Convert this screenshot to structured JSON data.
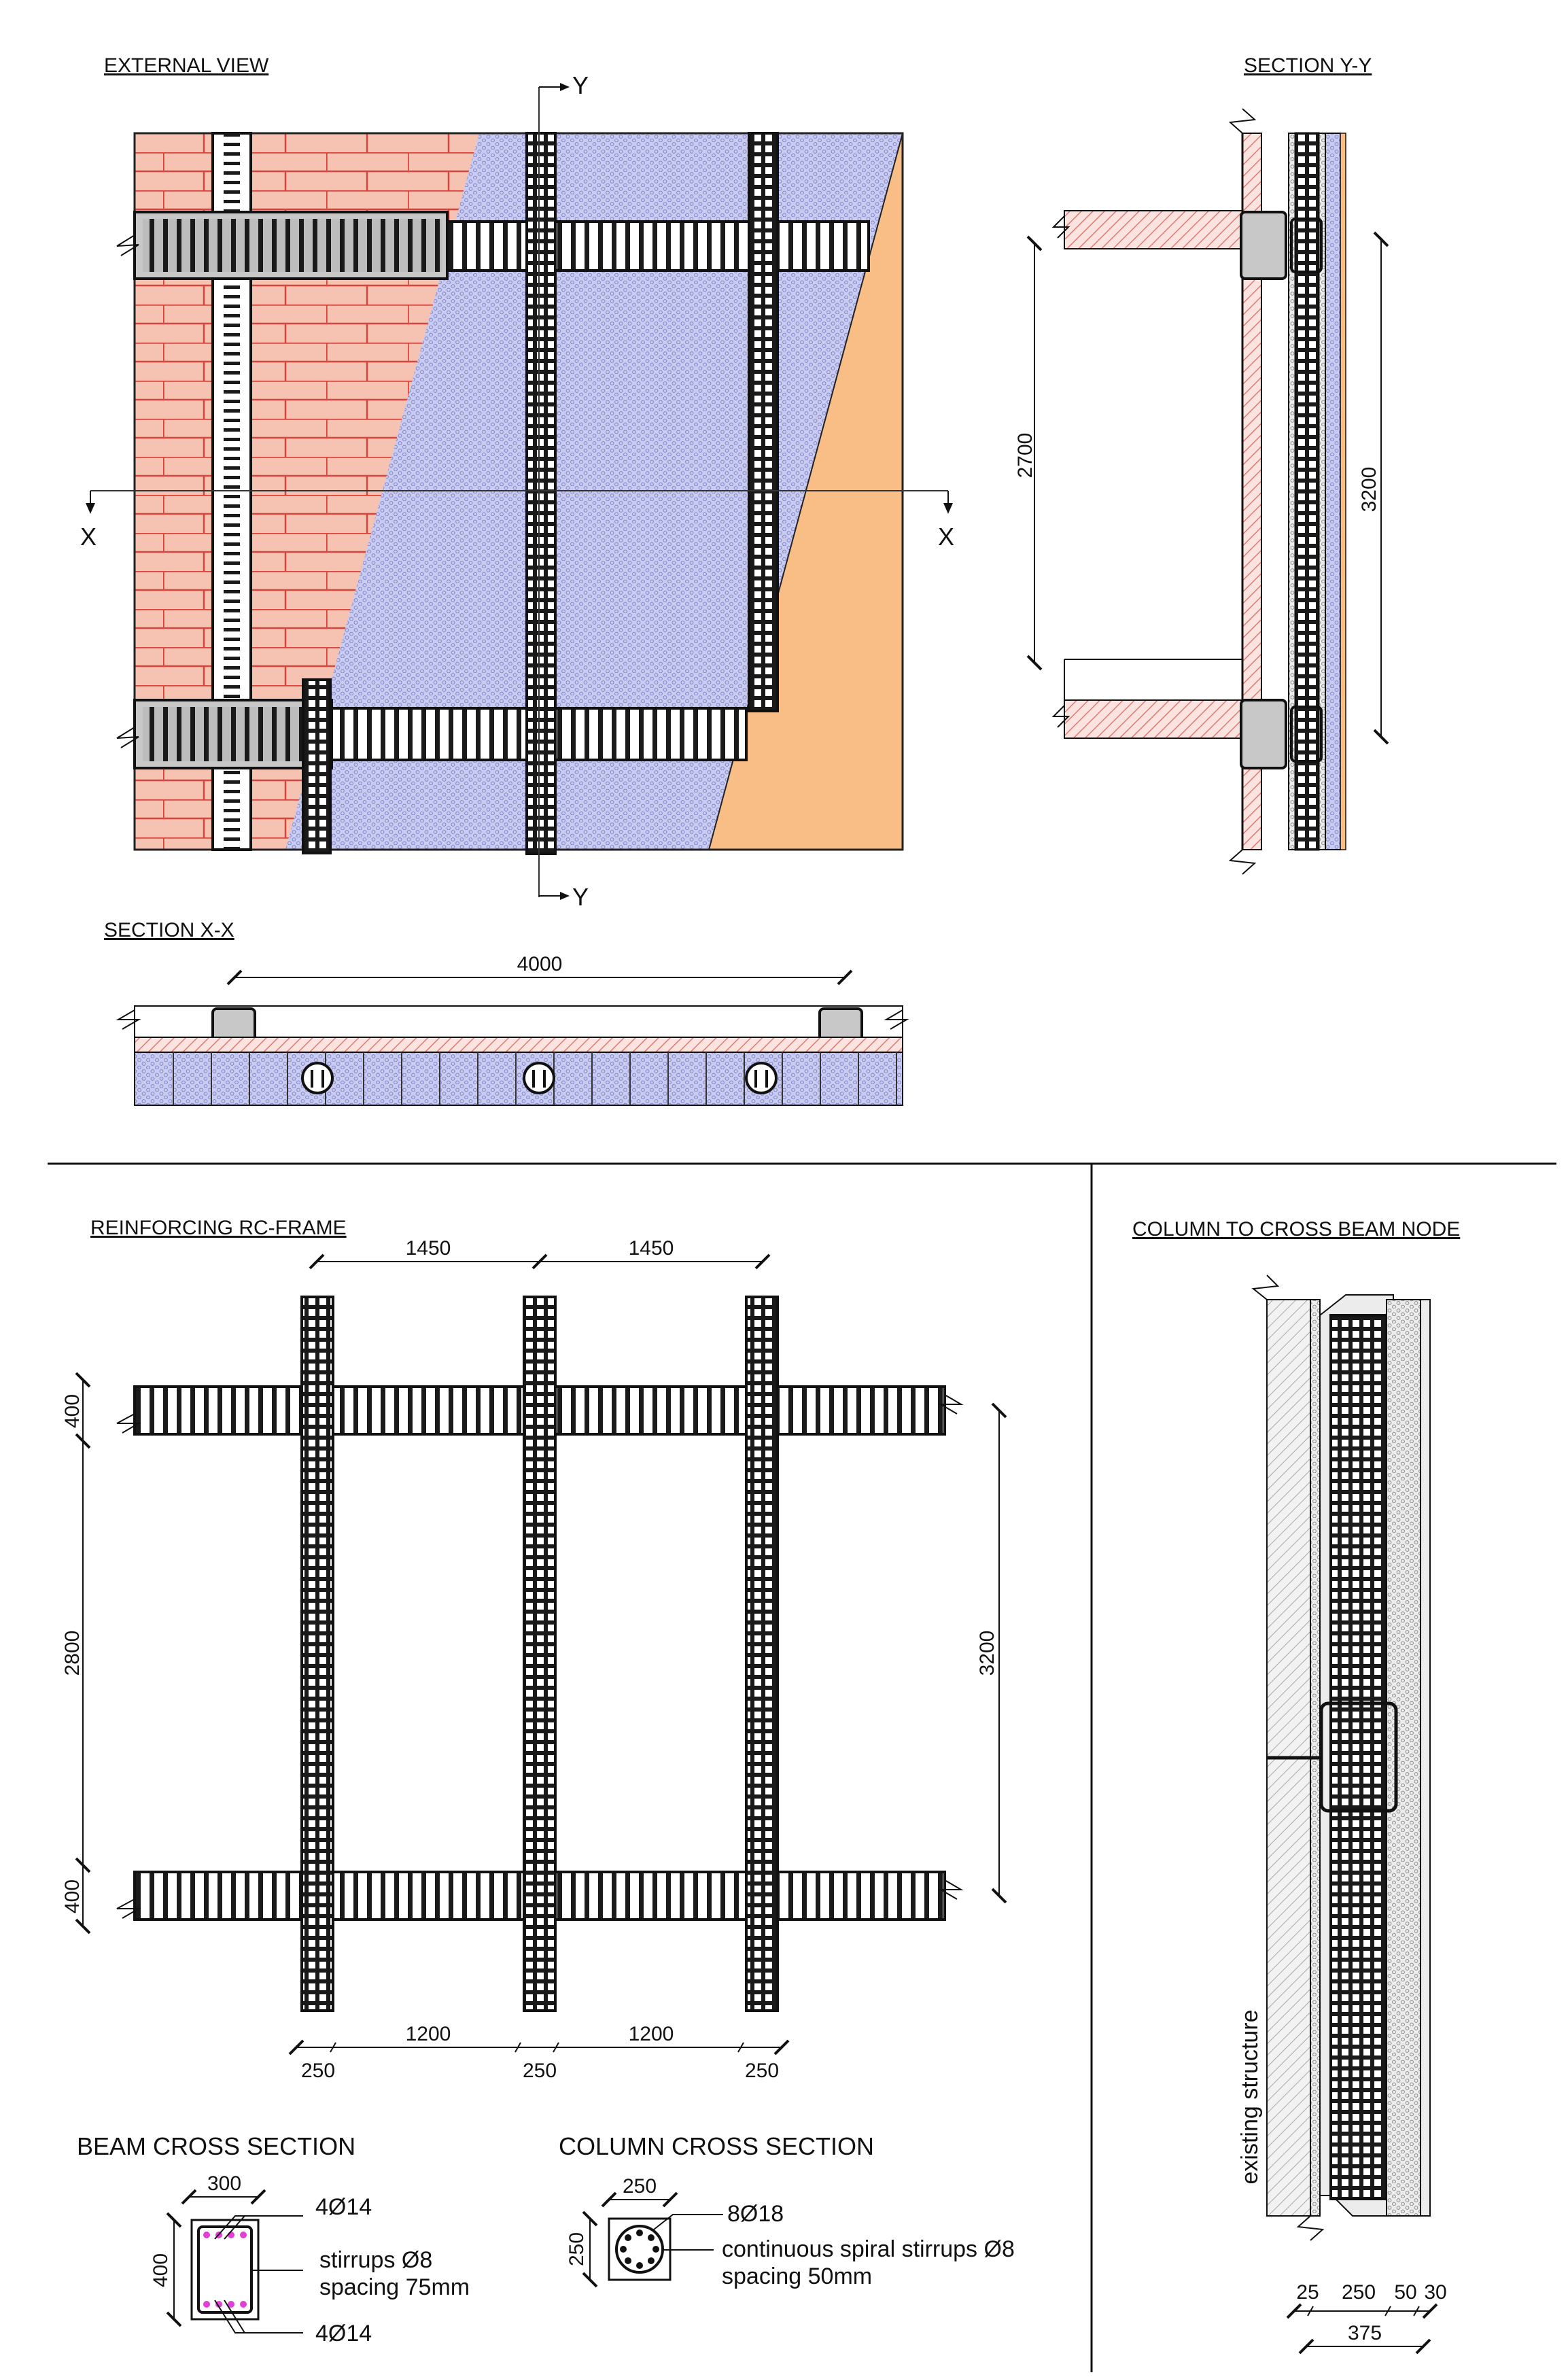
{
  "titles": {
    "external_view": "EXTERNAL VIEW",
    "section_yy": "SECTION Y-Y",
    "section_xx": "SECTION X-X",
    "rc_frame": "REINFORCING RC-FRAME",
    "node": "COLUMN TO CROSS BEAM NODE",
    "beam_cs": "BEAM CROSS SECTION",
    "column_cs": "COLUMN CROSS SECTION"
  },
  "axis_labels": {
    "y": "Y",
    "x": "X"
  },
  "section_yy": {
    "dim_2700": "2700",
    "dim_3200": "3200"
  },
  "section_xx": {
    "dim_4000": "4000"
  },
  "rc_frame": {
    "top_1450_a": "1450",
    "top_1450_b": "1450",
    "left_400_top": "400",
    "left_2800": "2800",
    "left_400_bottom": "400",
    "right_3200": "3200",
    "bottom_1200_a": "1200",
    "bottom_1200_b": "1200",
    "bottom_250_a": "250",
    "bottom_250_b": "250",
    "bottom_250_c": "250"
  },
  "beam_cross_section": {
    "width": "300",
    "height": "400",
    "top_bars": "4Ø14",
    "stirrups_line1": "stirrups Ø8",
    "stirrups_line2": "spacing 75mm",
    "bottom_bars": "4Ø14"
  },
  "column_cross_section": {
    "width": "250",
    "height": "250",
    "bars": "8Ø18",
    "spiral_line1": "continuous spiral stirrups Ø8",
    "spiral_line2": "spacing 50mm"
  },
  "node": {
    "existing": "existing structure",
    "d25": "25",
    "d250": "250",
    "d50": "50",
    "d30": "30",
    "d375": "375"
  },
  "colors": {
    "brick": "#f6c2b2",
    "mortar": "#d8453a",
    "insulation": "#c9cbf0",
    "orange": "#f8be86",
    "concrete": "#c8c8c8",
    "hatch": "#e07a74"
  }
}
